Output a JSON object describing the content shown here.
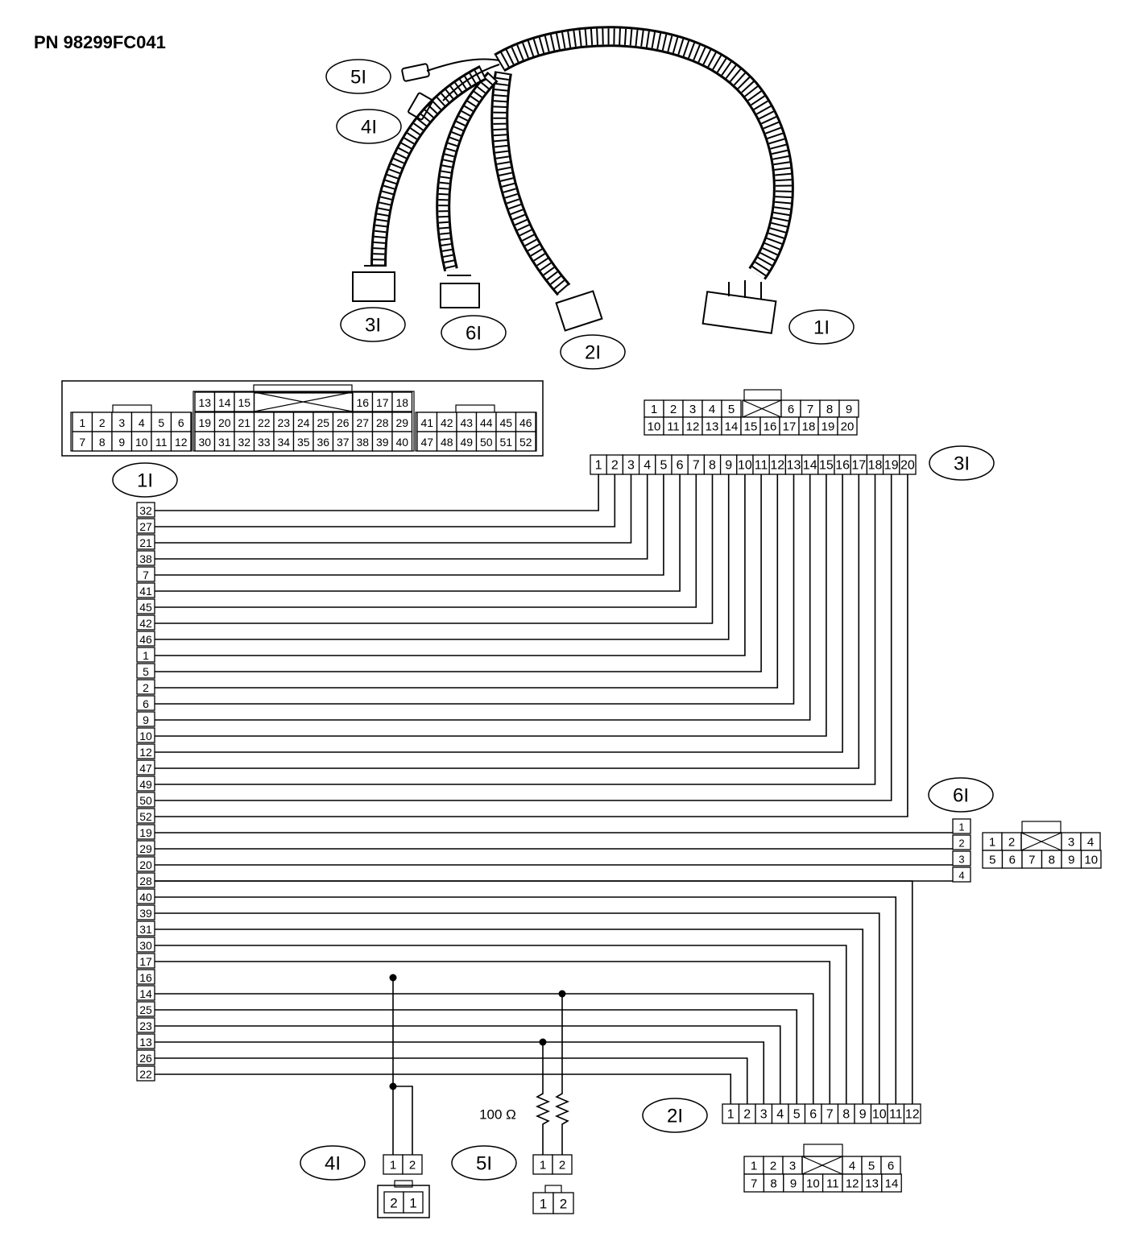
{
  "part_number": "PN 98299FC041",
  "connectors": {
    "c1": {
      "label": "1I",
      "rows": [
        [
          [
            "13",
            "14",
            "15"
          ],
          [
            "16",
            "17",
            "18"
          ]
        ],
        [
          [
            "1",
            "2",
            "3",
            "4",
            "5",
            "6"
          ],
          [
            "19",
            "20",
            "21",
            "22",
            "23",
            "24",
            "25",
            "26",
            "27",
            "28",
            "29"
          ],
          [
            "41",
            "42",
            "43",
            "44",
            "45",
            "46"
          ]
        ],
        [
          [
            "7",
            "8",
            "9",
            "10",
            "11",
            "12"
          ],
          [
            "30",
            "31",
            "32",
            "33",
            "34",
            "35",
            "36",
            "37",
            "38",
            "39",
            "40"
          ],
          [
            "47",
            "48",
            "49",
            "50",
            "51",
            "52"
          ]
        ]
      ]
    },
    "c2": {
      "label": "2I",
      "rows": [
        [
          "1",
          "2",
          "3",
          "4",
          "5",
          "6"
        ],
        [
          "7",
          "8",
          "9",
          "10",
          "11",
          "12",
          "13",
          "14"
        ]
      ]
    },
    "c3": {
      "label": "3I",
      "rows": [
        [
          "1",
          "2",
          "3",
          "4",
          "5",
          "6",
          "7",
          "8",
          "9"
        ],
        [
          "10",
          "11",
          "12",
          "13",
          "14",
          "15",
          "16",
          "17",
          "18",
          "19",
          "20"
        ]
      ]
    },
    "c4": {
      "label": "4I",
      "face": [
        "2",
        "1"
      ]
    },
    "c5": {
      "label": "5I",
      "face": [
        "1",
        "2"
      ]
    },
    "c6": {
      "label": "6I",
      "rows": [
        [
          "1",
          "2",
          "3",
          "4"
        ],
        [
          "5",
          "6",
          "7",
          "8",
          "9",
          "10"
        ]
      ]
    }
  },
  "harness_labels": [
    "5I",
    "4I",
    "3I",
    "6I",
    "2I",
    "1I"
  ],
  "c1_trunk_pins": [
    "32",
    "27",
    "21",
    "38",
    "7",
    "41",
    "45",
    "42",
    "46",
    "1",
    "5",
    "2",
    "6",
    "9",
    "10",
    "12",
    "47",
    "49",
    "50",
    "52",
    "19",
    "29",
    "20",
    "28",
    "40",
    "39",
    "31",
    "30",
    "17",
    "16",
    "14",
    "25",
    "23",
    "13",
    "26",
    "22"
  ],
  "c3_strip": [
    "1",
    "2",
    "3",
    "4",
    "5",
    "6",
    "7",
    "8",
    "9",
    "10",
    "11",
    "12",
    "13",
    "14",
    "15",
    "16",
    "17",
    "18",
    "19",
    "20"
  ],
  "c6_strip": [
    "1",
    "2",
    "3",
    "4"
  ],
  "c2_strip": [
    "1",
    "2",
    "3",
    "4",
    "5",
    "6",
    "7",
    "8",
    "9",
    "10",
    "11",
    "12"
  ],
  "c4_pins": [
    "1",
    "2"
  ],
  "c5_pins": [
    "1",
    "2"
  ],
  "resistor_label": "100 Ω"
}
